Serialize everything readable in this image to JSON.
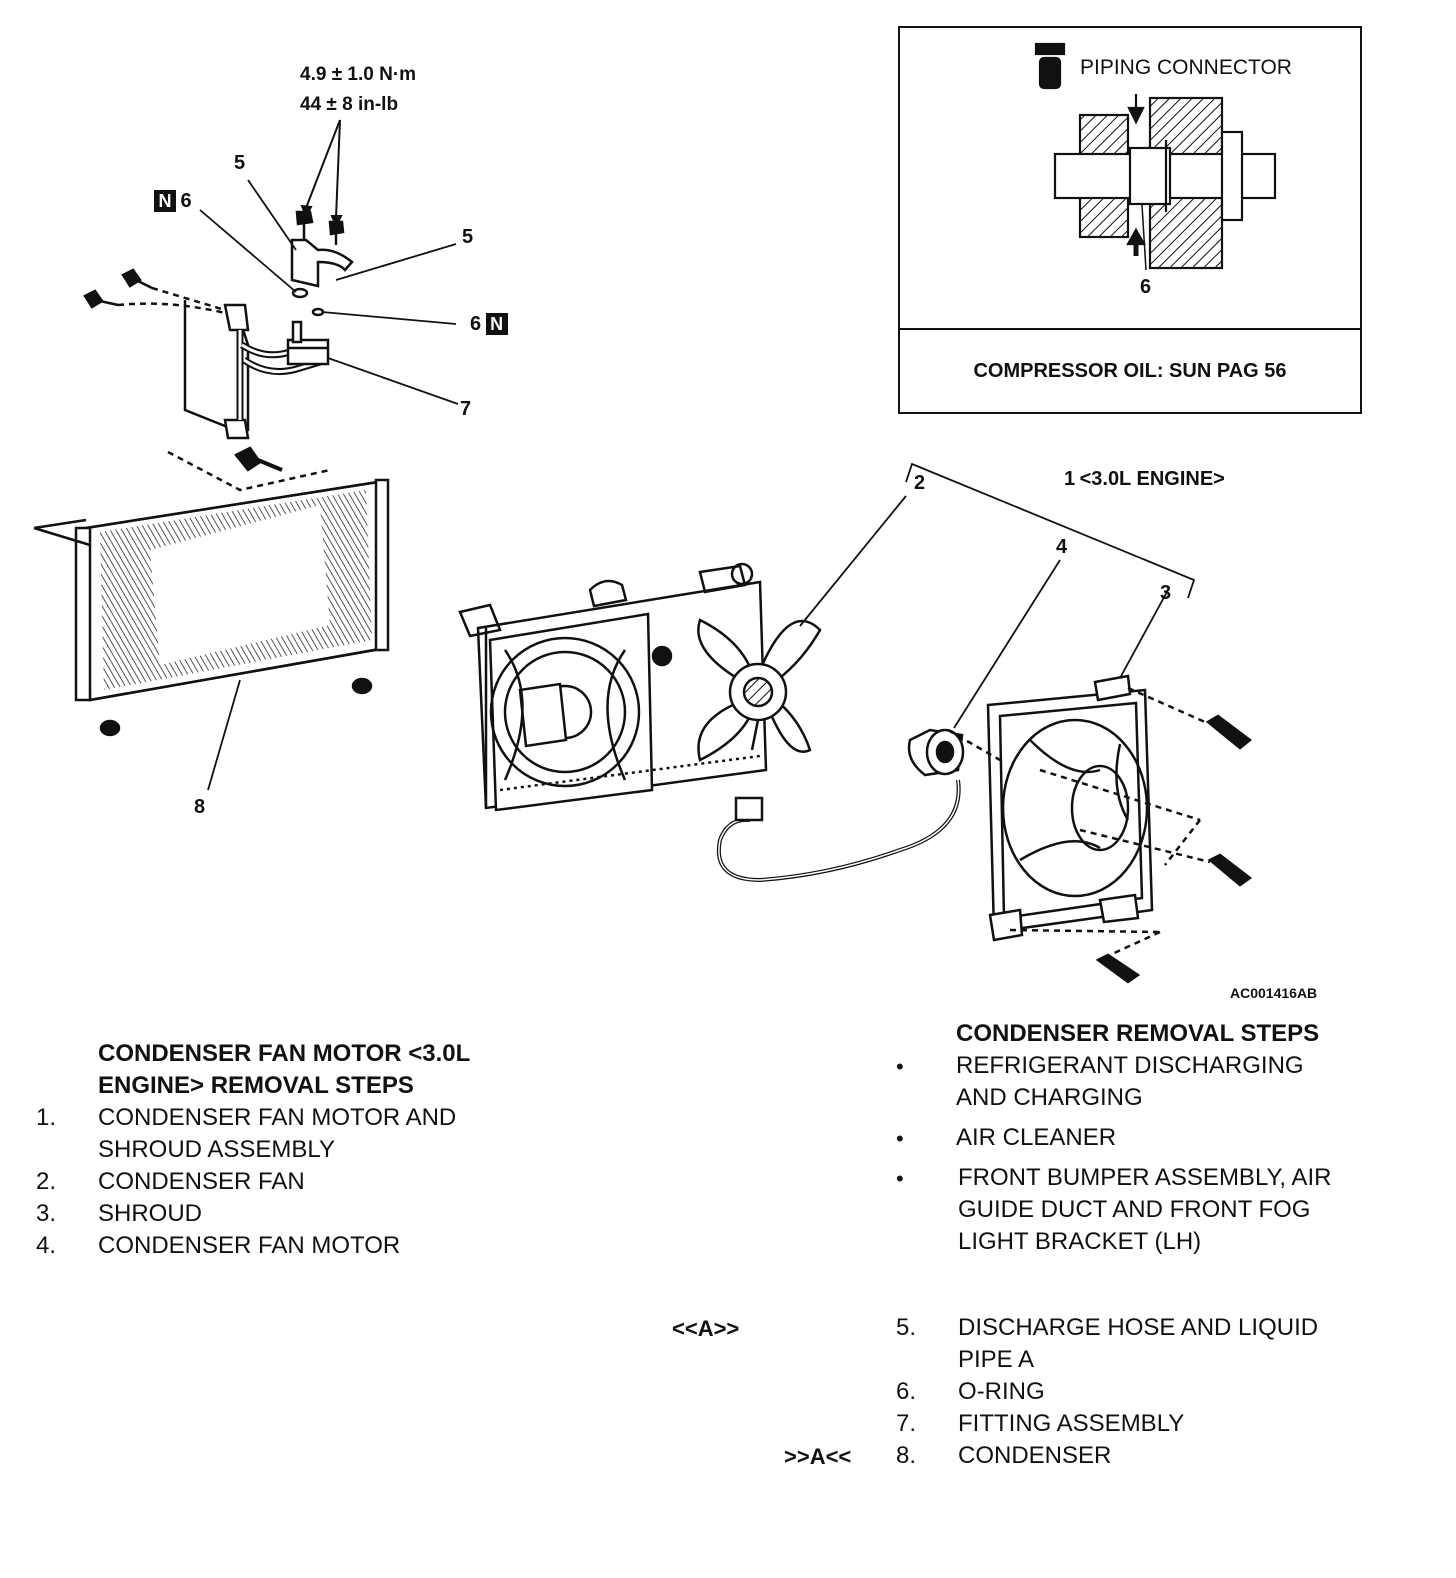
{
  "diagram": {
    "torque": {
      "line1": "4.9 ± 1.0 N·m",
      "line2": "44 ± 8 in-lb"
    },
    "callouts": {
      "c5a": "5",
      "c6a": "6",
      "c5b": "5",
      "c6b": "6",
      "c7": "7",
      "c8": "8",
      "c2": "2",
      "c1": "1",
      "c4": "4",
      "c3": "3"
    },
    "n_badge": "N",
    "engine_label": "<3.0L ENGINE>",
    "inset": {
      "title": "PIPING CONNECTOR",
      "callout": "6",
      "oil": "COMPRESSOR OIL: SUN PAG 56"
    },
    "figure_code": "AC001416AB"
  },
  "fan_motor_steps": {
    "heading_line1": "CONDENSER FAN MOTOR <3.0L",
    "heading_line2": "ENGINE> REMOVAL STEPS",
    "items": [
      {
        "num": "1.",
        "line1": "CONDENSER FAN MOTOR AND",
        "line2": "SHROUD ASSEMBLY"
      },
      {
        "num": "2.",
        "line1": "CONDENSER FAN"
      },
      {
        "num": "3.",
        "line1": "SHROUD"
      },
      {
        "num": "4.",
        "line1": "CONDENSER FAN MOTOR"
      }
    ]
  },
  "condenser_steps": {
    "heading": "CONDENSER REMOVAL STEPS",
    "bullet_glyph": "•",
    "bullets": [
      {
        "line1": "REFRIGERANT DISCHARGING",
        "line2": "AND CHARGING"
      },
      {
        "line1": "AIR CLEANER"
      },
      {
        "line1": "FRONT BUMPER ASSEMBLY, AIR",
        "line2": "GUIDE DUCT AND FRONT FOG",
        "line3": "LIGHT BRACKET (LH)"
      }
    ],
    "items": [
      {
        "ref": "<<A>>",
        "num": "5.",
        "line1": "DISCHARGE HOSE AND LIQUID",
        "line2": "PIPE A"
      },
      {
        "num": "6.",
        "line1": "O-RING"
      },
      {
        "num": "7.",
        "line1": "FITTING ASSEMBLY"
      },
      {
        "ref": ">>A<<",
        "num": "8.",
        "line1": "CONDENSER"
      }
    ]
  }
}
